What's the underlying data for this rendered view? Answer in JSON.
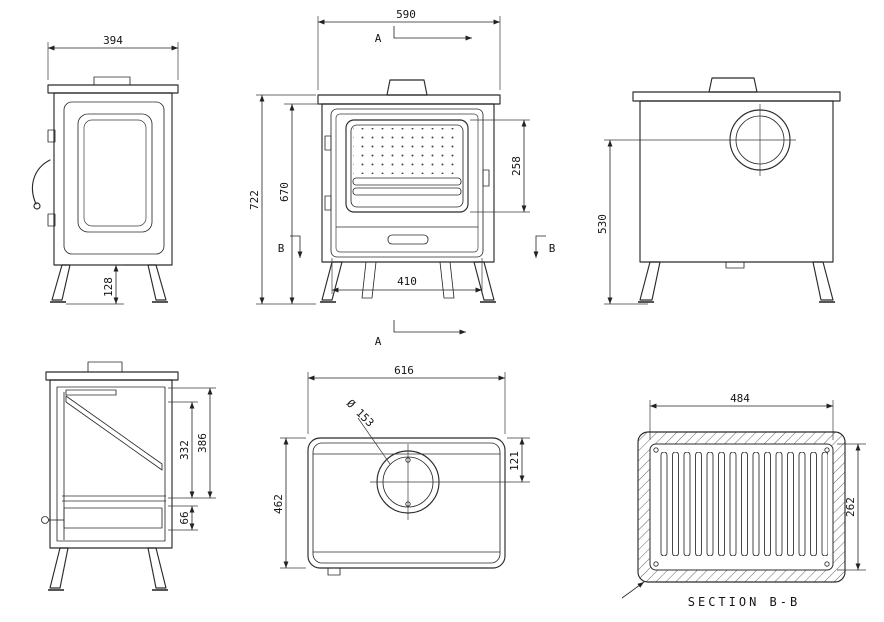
{
  "labels": {
    "section_a": "A",
    "section_b": "B"
  },
  "views": {
    "side": {
      "width": "394",
      "leg_height": "128"
    },
    "front": {
      "width": "590",
      "total_height": "722",
      "body_height": "670",
      "window_height": "258",
      "door_width": "410"
    },
    "back": {
      "flue_height": "530"
    },
    "section_side": {
      "chamber_height": "386",
      "baffle_height": "332",
      "ash_gap": "66"
    },
    "top": {
      "width": "616",
      "depth": "462",
      "flue_diameter": "Ø 153",
      "flue_offset": "121"
    },
    "section_bb": {
      "width": "484",
      "depth": "262",
      "caption": "SECTION B-B"
    }
  }
}
